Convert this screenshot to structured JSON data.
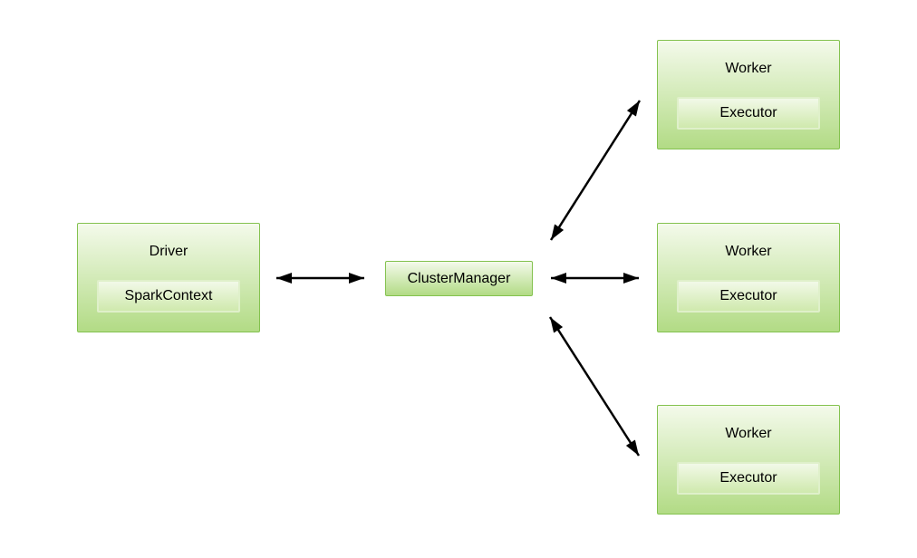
{
  "nodes": {
    "driver": {
      "label": "Driver",
      "inner": "SparkContext"
    },
    "cluster_manager": {
      "label": "ClusterManager"
    },
    "workers": [
      {
        "label": "Worker",
        "inner": "Executor"
      },
      {
        "label": "Worker",
        "inner": "Executor"
      },
      {
        "label": "Worker",
        "inner": "Executor"
      }
    ]
  },
  "edges": [
    {
      "from": "driver",
      "to": "cluster_manager",
      "type": "bidirectional"
    },
    {
      "from": "cluster_manager",
      "to": "worker-1",
      "type": "bidirectional"
    },
    {
      "from": "cluster_manager",
      "to": "worker-2",
      "type": "bidirectional"
    },
    {
      "from": "cluster_manager",
      "to": "worker-3",
      "type": "bidirectional"
    }
  ],
  "colors": {
    "node_fill_top": "#f4faeb",
    "node_fill_bottom": "#b2db85",
    "node_border": "#84c24f",
    "inner_fill_top": "#f2f9e8",
    "inner_fill_bottom": "#cfe9ad",
    "inner_border": "#dff0ca",
    "arrow": "#000000",
    "background": "#ffffff"
  }
}
